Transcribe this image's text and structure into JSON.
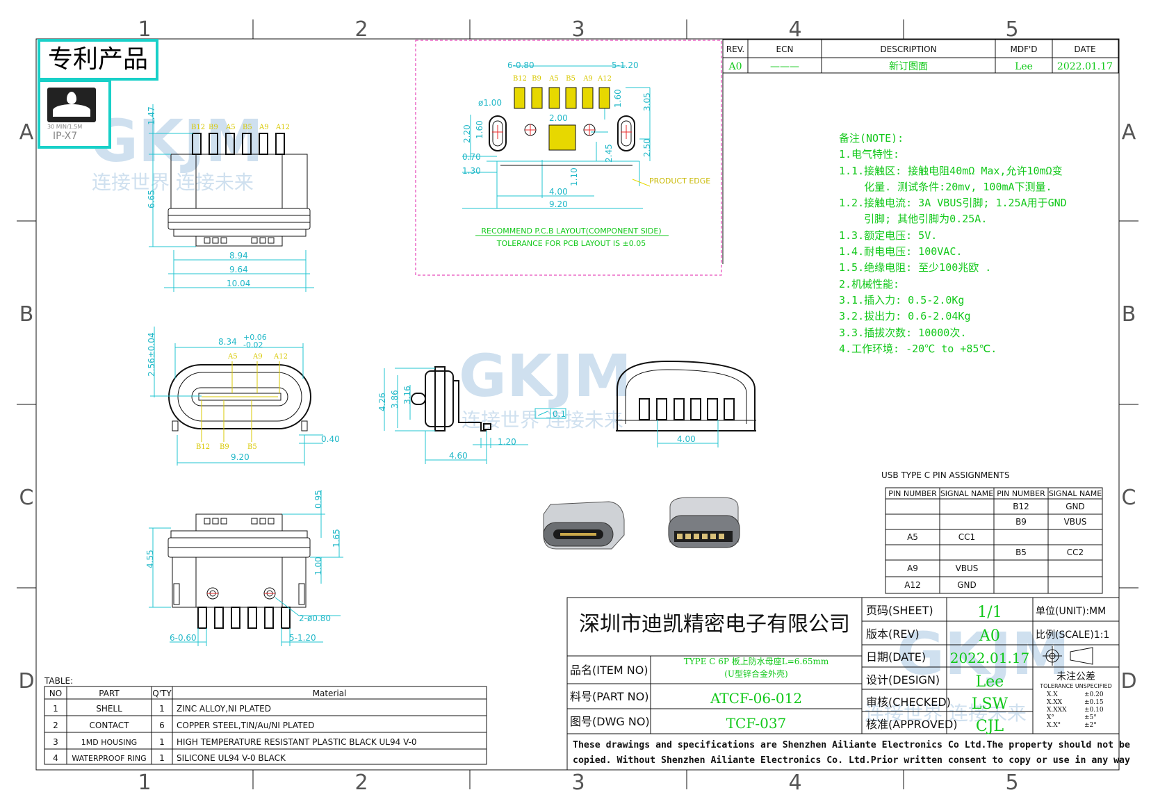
{
  "badge": {
    "patent_label": "专利产品",
    "ip_small": "30 MIN/1.5M",
    "ip_rating": "IP-X7"
  },
  "watermark": {
    "brand": "GKJM",
    "slogan": "连接世界  连接未来"
  },
  "grid": {
    "cols": [
      "1",
      "2",
      "3",
      "4",
      "5"
    ],
    "rows": [
      "A",
      "B",
      "C",
      "D"
    ]
  },
  "revision": {
    "headers": [
      "REV.",
      "ECN",
      "DESCRIPTION",
      "MDF'D",
      "DATE"
    ],
    "row": [
      "A0",
      "———",
      "新订图面",
      "Lee",
      "2022.01.17"
    ]
  },
  "pcb_layout": {
    "title": "RECOMMEND P.C.B LAYOUT(COMPONENT SIDE)",
    "tolerance": "TOLERANCE FOR PCB LAYOUT IS ±0.05",
    "product_edge": "PRODUCT EDGE",
    "pins": [
      "B12",
      "B9",
      "A5",
      "B5",
      "A9",
      "A12"
    ],
    "dims": [
      "6-0.80",
      "5-1.20",
      "ø1.00",
      "1.60",
      "3.05",
      "2.20",
      "1.60",
      "2.00",
      "0.70",
      "1.30",
      "1.10",
      "2.45",
      "2.50",
      "4.00",
      "9.20"
    ]
  },
  "top_view": {
    "pins": [
      "B12",
      "B9",
      "A5",
      "B5",
      "A9",
      "A12"
    ],
    "dims": [
      "1.47",
      "6.65",
      "8.94",
      "9.64",
      "10.04"
    ]
  },
  "front_view": {
    "pins_top": [
      "A5",
      "A9",
      "A12"
    ],
    "pins_bottom": [
      "B12",
      "B9",
      "B5"
    ],
    "dims": [
      "8.34",
      "+0.06",
      "-0.02",
      "2.56±0.04",
      "0.40",
      "9.20"
    ]
  },
  "side_view": {
    "dims": [
      "4.26",
      "3.86",
      "3.16",
      "1.20",
      "4.60",
      "0.1"
    ]
  },
  "rear_view": {
    "dims": [
      "4.00"
    ]
  },
  "bottom_view": {
    "dims": [
      "0.95",
      "1.65",
      "4.55",
      "1.00",
      "2-ø0.80",
      "6-0.60",
      "5-1.20"
    ]
  },
  "notes": [
    "备注(NOTE):",
    "1.电气特性:",
    "1.1.接触区: 接触电阻40mΩ Max,允许10mΩ变",
    "    化量. 测试条件:20mv, 100mA下测量.",
    "1.2.接触电流: 3A VBUS引脚; 1.25A用于GND",
    "    引脚; 其他引脚为0.25A.",
    "1.3.额定电压: 5V.",
    "1.4.耐电电压: 100VAC.",
    "1.5.绝缘电阻: 至少100兆欧 .",
    "2.机械性能:",
    "3.1.插入力: 0.5-2.0Kg",
    "3.2.拔出力: 0.6-2.04Kg",
    "3.3.插拔次数: 10000次.",
    "4.工作环境: -20℃ to +85℃."
  ],
  "pin_assign": {
    "title": "USB TYPE C PIN ASSIGNMENTS",
    "headers": [
      "PIN NUMBER",
      "SIGNAL NAME",
      "PIN NUMBER",
      "SIGNAL NAME"
    ],
    "rows": [
      [
        "",
        "",
        "B12",
        "GND"
      ],
      [
        "",
        "",
        "B9",
        "VBUS"
      ],
      [
        "A5",
        "CC1",
        "",
        ""
      ],
      [
        "",
        "",
        "B5",
        "CC2"
      ],
      [
        "A9",
        "VBUS",
        "",
        ""
      ],
      [
        "A12",
        "GND",
        "",
        ""
      ]
    ]
  },
  "bom": {
    "label": "TABLE:",
    "headers": [
      "NO",
      "PART",
      "Q'TY",
      "Material"
    ],
    "rows": [
      [
        "1",
        "SHELL",
        "1",
        "ZINC ALLOY,NI PLATED"
      ],
      [
        "2",
        "CONTACT",
        "6",
        "COPPER STEEL,TIN/Au/NI PLATED"
      ],
      [
        "3",
        "1MD HOUSING",
        "1",
        "HIGH TEMPERATURE RESISTANT PLASTIC BLACK UL94 V-0"
      ],
      [
        "4",
        "WATERPROOF RING",
        "1",
        "SILICONE UL94 V-0 BLACK"
      ]
    ]
  },
  "title_block": {
    "company": "深圳市迪凯精密电子有限公司",
    "item_label": "品名(ITEM NO)",
    "item_value_1": "TYPE C 6P 板上防水母座L=6.65mm",
    "item_value_2": "(U型锌合金外壳)",
    "part_label": "料号(PART NO)",
    "part_value": "ATCF-06-012",
    "dwg_label": "图号(DWG NO)",
    "dwg_value": "TCF-037",
    "sheet_label": "页码(SHEET)",
    "sheet_value": "1/1",
    "rev_label": "版本(REV)",
    "rev_value": "A0",
    "date_label": "日期(DATE)",
    "date_value": "2022.01.17",
    "design_label": "设计(DESIGN)",
    "design_value": "Lee",
    "checked_label": "审核(CHECKED)",
    "checked_value": "LSW",
    "approved_label": "核准(APPROVED)",
    "approved_value": "CJL",
    "unit_label": "单位(UNIT):MM",
    "scale_label": "比例(SCALE)1:1",
    "tol_title": "未注公差",
    "tol_sub": "TOLERANCE UNSPECIFIED",
    "tol_rows": [
      [
        "X.X",
        "±0.20"
      ],
      [
        "X.XX",
        "±0.15"
      ],
      [
        "X.XXX",
        "±0.10"
      ],
      [
        "X°",
        "±5°"
      ],
      [
        "X.X°",
        "±2°"
      ]
    ],
    "disclaimer_1": "These drawings and specifications are Shenzhen Ailiante Electronics Co Ltd.The property should not be",
    "disclaimer_2": "copied. Without Shenzhen Ailiante Electronics Co. Ltd.Prior written consent to copy or use in any way"
  }
}
